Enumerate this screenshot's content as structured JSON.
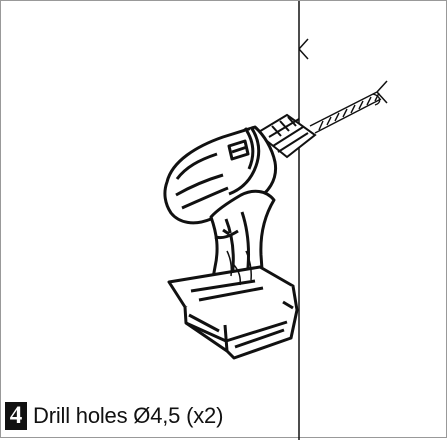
{
  "instruction": {
    "step_number": "4",
    "text": "Drill holes Ø4,5 (x2)"
  },
  "illustration": {
    "subject": "cordless-drill",
    "surface": "wall",
    "line_color": "#111111",
    "background_color": "#ffffff"
  }
}
